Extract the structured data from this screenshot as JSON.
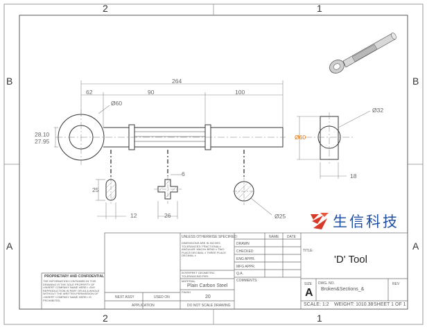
{
  "zones": {
    "top_left": "2",
    "top_right": "1",
    "bottom_left": "2",
    "bottom_right": "1",
    "left_upper": "B",
    "left_lower": "A",
    "right_upper": "B",
    "right_lower": "A"
  },
  "dimensions": {
    "overall_length": "264",
    "seg1": "62",
    "seg2": "90",
    "seg3": "100",
    "ring_dia": "Ø60",
    "hub_upper": "28.10",
    "hub_lower": "27.95",
    "side_dia_small": "Ø32",
    "side_dia_big": "Ø60",
    "side_width": "18",
    "sec1_height": "25",
    "sec1_width": "12",
    "sec2_slot": "6",
    "sec2_width": "26",
    "sec3_dia": "Ø25"
  },
  "title_block": {
    "proprietary_heading": "PROPRIETARY AND CONFIDENTIAL",
    "proprietary_body": "THE INFORMATION CONTAINED IN THIS DRAWING IS THE SOLE PROPERTY OF <INSERT COMPANY NAME HERE>. ANY REPRODUCTION IN PART OR AS A WHOLE WITHOUT THE WRITTEN PERMISSION OF <INSERT COMPANY NAME HERE> IS PROHIBITED.",
    "next_assy": "NEXT ASSY",
    "used_on": "USED ON",
    "application": "APPLICATION",
    "unless": "UNLESS OTHERWISE SPECIFIED:",
    "dims_note": "DIMENSIONS ARE IN INCHES TOLERANCES: FRACTIONAL± ANGULAR: MACH±  BEND ± TWO PLACE DECIMAL  ± THREE PLACE DECIMAL  ±",
    "interpret": "INTERPRET GEOMETRIC TOLERANCING PER:",
    "material_label": "MATERIAL",
    "material": "Plain Carbon Steel",
    "finish_label": "FINISH",
    "finish": "20",
    "do_not_scale": "DO NOT SCALE DRAWING",
    "name_col": "NAME",
    "date_col": "DATE",
    "rows": [
      "DRAWN",
      "CHECKED",
      "ENG APPR.",
      "MFG APPR.",
      "Q.A.",
      "COMMENTS:"
    ],
    "title_label": "TITLE:",
    "title": "'D' Tool",
    "size_label": "SIZE",
    "size": "A",
    "dwg_label": "DWG.  NO.",
    "dwg_no": "Broken&Sections_&",
    "rev_label": "REV",
    "scale": "SCALE: 1:2",
    "weight": "WEIGHT: 1010.38",
    "sheet": "SHEET 1 OF 1"
  },
  "watermark": {
    "text": "生信科技",
    "color": "#1f4fa3",
    "accent": "#d83a2a"
  }
}
